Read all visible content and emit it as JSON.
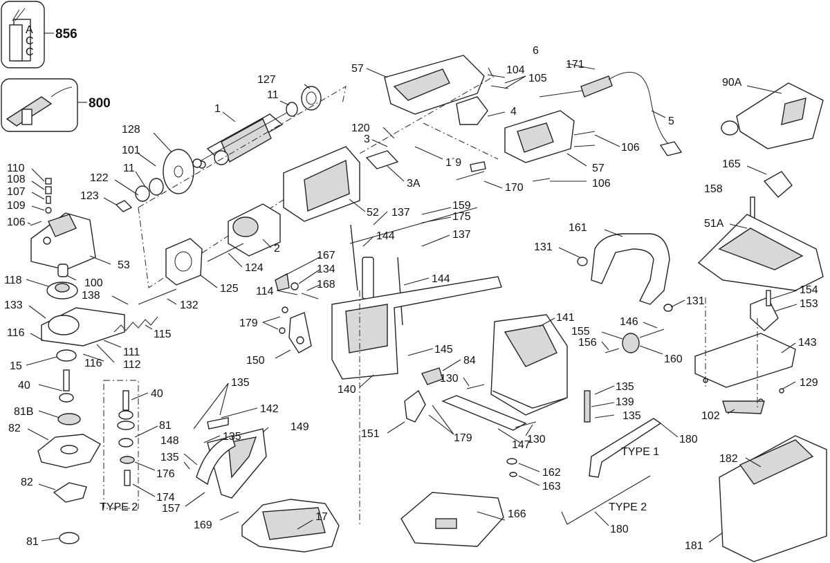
{
  "labels": {
    "l856": "856",
    "l800": "800",
    "l127": "127",
    "l11a": "11",
    "l1": "1",
    "l128": "128",
    "l101": "101",
    "l11b": "11",
    "l122": "122",
    "l123": "123",
    "l110": "110",
    "l108": "108",
    "l107": "107",
    "l109": "109",
    "l106a": "106",
    "l53": "53",
    "l118": "118",
    "l100": "100",
    "l138": "138",
    "l132": "132",
    "l133": "133",
    "l115": "115",
    "l116a": "116",
    "l111": "111",
    "l116b": "116",
    "l112": "112",
    "l15": "15",
    "l40a": "40",
    "l81b": "81B",
    "l82a": "82",
    "l82b": "82",
    "l81a": "81",
    "l40b": "40",
    "l81c": "81",
    "l176": "176",
    "l174": "174",
    "l135a": "135",
    "l142": "142",
    "l135b": "135",
    "l149": "149",
    "l148": "148",
    "l135c": "135",
    "l157": "157",
    "l169": "169",
    "l17": "17",
    "l166": "166",
    "l57a": "57",
    "l104": "104",
    "l105": "105",
    "l6": "6",
    "l171": "171",
    "l4": "4",
    "l5": "5",
    "l120": "120",
    "l3": "3",
    "l19": "1´9",
    "l3a": "3A",
    "l106b": "106",
    "l57b": "57",
    "l106c": "106",
    "l170": "170",
    "l52": "52",
    "l137a": "137",
    "l2": "2",
    "l124": "124",
    "l125": "125",
    "l159": "159",
    "l175": "175",
    "l144a": "144",
    "l137b": "137",
    "l167": "167",
    "l134": "134",
    "l114": "114",
    "l168": "168",
    "l144b": "144",
    "l179a": "179",
    "l150": "150",
    "l140": "140",
    "l145": "145",
    "l84": "84",
    "l130a": "130",
    "l151": "151",
    "l179b": "179",
    "l147": "147",
    "l130b": "130",
    "l161": "161",
    "l131a": "131",
    "l131b": "131",
    "l141": "141",
    "l146": "146",
    "l155": "155",
    "l156": "156",
    "l160": "160",
    "l135d": "135",
    "l139": "139",
    "l135e": "135",
    "l162": "162",
    "l163": "163",
    "l180a": "180",
    "l180b": "180",
    "l90a": "90A",
    "l165": "165",
    "l158": "158",
    "l51a": "51A",
    "l154": "154",
    "l153": "153",
    "l143": "143",
    "l129": "129",
    "l102": "102",
    "l182": "182",
    "l181": "181",
    "type1": "TYPE 1",
    "type2a": "TYPE 2",
    "type2b": "TYPE 2"
  },
  "kit_box_text": [
    "A",
    "C",
    "C"
  ]
}
